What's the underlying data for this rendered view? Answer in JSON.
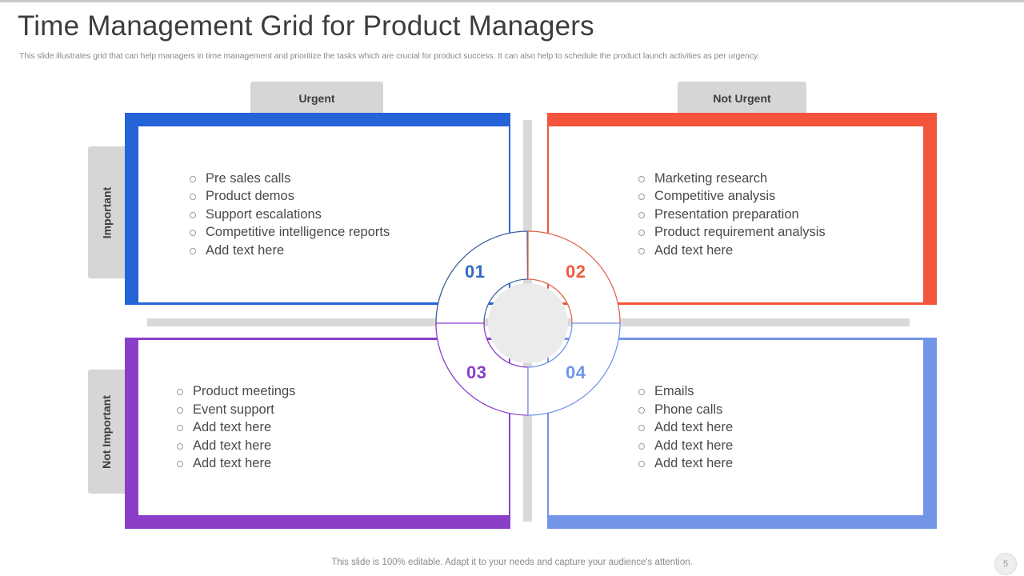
{
  "header": {
    "title": "Time Management Grid for Product Managers",
    "subtitle": "This slide illustrates grid that can help managers in time management and prioritize the tasks which are crucial for product success. It can also help to schedule the product launch activities as per urgency."
  },
  "axes": {
    "columns": [
      {
        "label": "Urgent"
      },
      {
        "label": "Not Urgent"
      }
    ],
    "rows": [
      {
        "label": "Important"
      },
      {
        "label": "Not Important"
      }
    ]
  },
  "quadrants": [
    {
      "number": "01",
      "color": "#2563d6",
      "urgency": "Urgent",
      "importance": "Important",
      "items": [
        "Pre sales calls",
        "Product demos",
        "Support escalations",
        "Competitive intelligence reports",
        "Add text here"
      ]
    },
    {
      "number": "02",
      "color": "#f4543c",
      "urgency": "Not Urgent",
      "importance": "Important",
      "items": [
        "Marketing research",
        "Competitive analysis",
        "Presentation preparation",
        "Product requirement analysis",
        "Add text here"
      ]
    },
    {
      "number": "03",
      "color": "#8b3fc9",
      "urgency": "Urgent",
      "importance": "Not Important",
      "items": [
        "Product meetings",
        "Event support",
        "Add text here",
        "Add text here",
        "Add text here"
      ]
    },
    {
      "number": "04",
      "color": "#7295e8",
      "urgency": "Not Urgent",
      "importance": "Not Important",
      "items": [
        "Emails",
        "Phone calls",
        "Add text here",
        "Add text here",
        "Add text here"
      ]
    }
  ],
  "footer": {
    "note": "This slide is 100% editable. Adapt it to your needs and capture your audience's attention.",
    "page_number": "5"
  }
}
